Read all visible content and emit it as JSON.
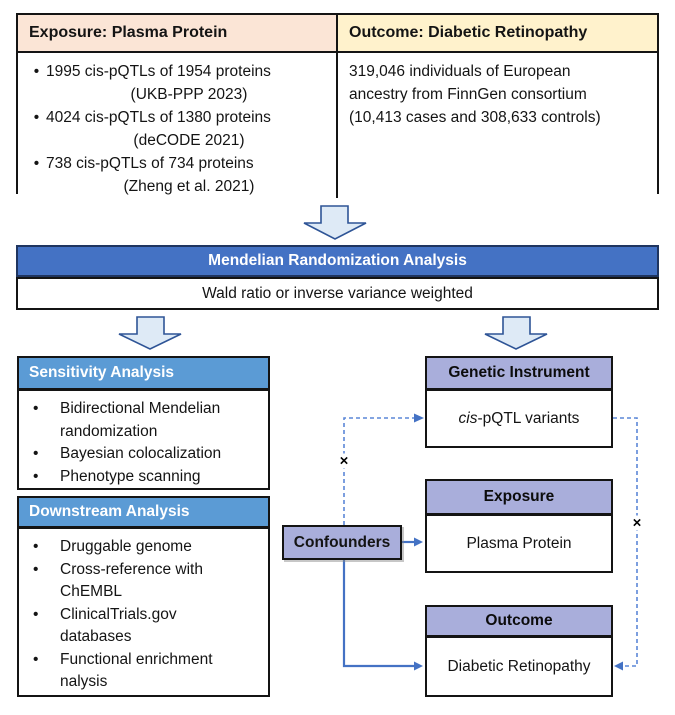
{
  "colors": {
    "mr_bar_blue": "#4472C4",
    "panel_header_blue": "#5B9BD5",
    "lavender": "#A9AEDB",
    "exposure_header_peach": "#FBE5D6",
    "outcome_header_yellow": "#FFF2CC",
    "block_arrow_fill": "#DEEAF6",
    "block_arrow_border": "#2E5496",
    "solid_connector_blue": "#4472C4",
    "dashed_connector_blue": "#5B87D7"
  },
  "glyphs": {
    "bullet": "•"
  },
  "table": {
    "left_header": "Exposure: Plasma Protein",
    "right_header": "Outcome: Diabetic Retinopathy",
    "left_items": [
      {
        "line1": "1995 cis-pQTLs of 1954 proteins",
        "line2": "(UKB-PPP 2023)"
      },
      {
        "line1": "4024 cis-pQTLs of 1380 proteins",
        "line2": "(deCODE 2021)"
      },
      {
        "line1": "738 cis-pQTLs of 734 proteins",
        "line2": "(Zheng et al. 2021)"
      }
    ],
    "right_text": "319,046 individuals of European ancestry from FinnGen consortium (10,413 cases and 308,633 controls)"
  },
  "mr": {
    "title": "Mendelian Randomization Analysis",
    "subtitle": "Wald ratio or inverse variance weighted"
  },
  "sensitivity": {
    "title": "Sensitivity Analysis",
    "items": [
      "Bidirectional Mendelian randomization",
      "Bayesian colocalization",
      "Phenotype scanning"
    ]
  },
  "downstream": {
    "title": "Downstream Analysis",
    "items": [
      "Druggable genome",
      "Cross-reference with ChEMBL",
      "ClinicalTrials.gov databases",
      "Functional enrichment nalysis"
    ]
  },
  "dag": {
    "genetic_instrument": {
      "header": "Genetic Instrument",
      "body_italic": "cis",
      "body_rest": "-pQTL variants"
    },
    "exposure": {
      "header": "Exposure",
      "body": "Plasma Protein"
    },
    "outcome": {
      "header": "Outcome",
      "body": "Diabetic Retinopathy"
    },
    "confounders": "Confounders",
    "cross_mark": "×"
  }
}
